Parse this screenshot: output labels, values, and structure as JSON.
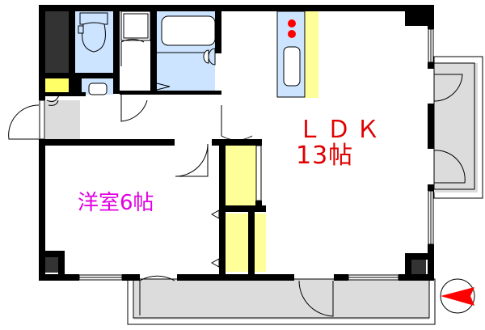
{
  "floorplan": {
    "rooms": {
      "ldk": {
        "label_line1": "ＬＤＫ",
        "label_line2": "13帖",
        "type": "LDK",
        "size_jo": 13,
        "color": "#e00000"
      },
      "western_room": {
        "label": "洋室6帖",
        "type": "洋室",
        "size_jo": 6,
        "color": "#e000e0"
      }
    },
    "fixtures": [
      "toilet",
      "washing-machine-pan",
      "bathtub",
      "wash-basin",
      "kitchen-stove",
      "kitchen-sink",
      "closets",
      "shoe-cabinet",
      "balconies"
    ],
    "compass": {
      "direction": "north-arrow-pointing-left",
      "color": "#ff0000"
    },
    "colors": {
      "wall": "#000000",
      "wet_area": "#cce4ff",
      "storage": "#ffff99",
      "balcony": "#dddddd",
      "pillar": "#333333"
    }
  }
}
